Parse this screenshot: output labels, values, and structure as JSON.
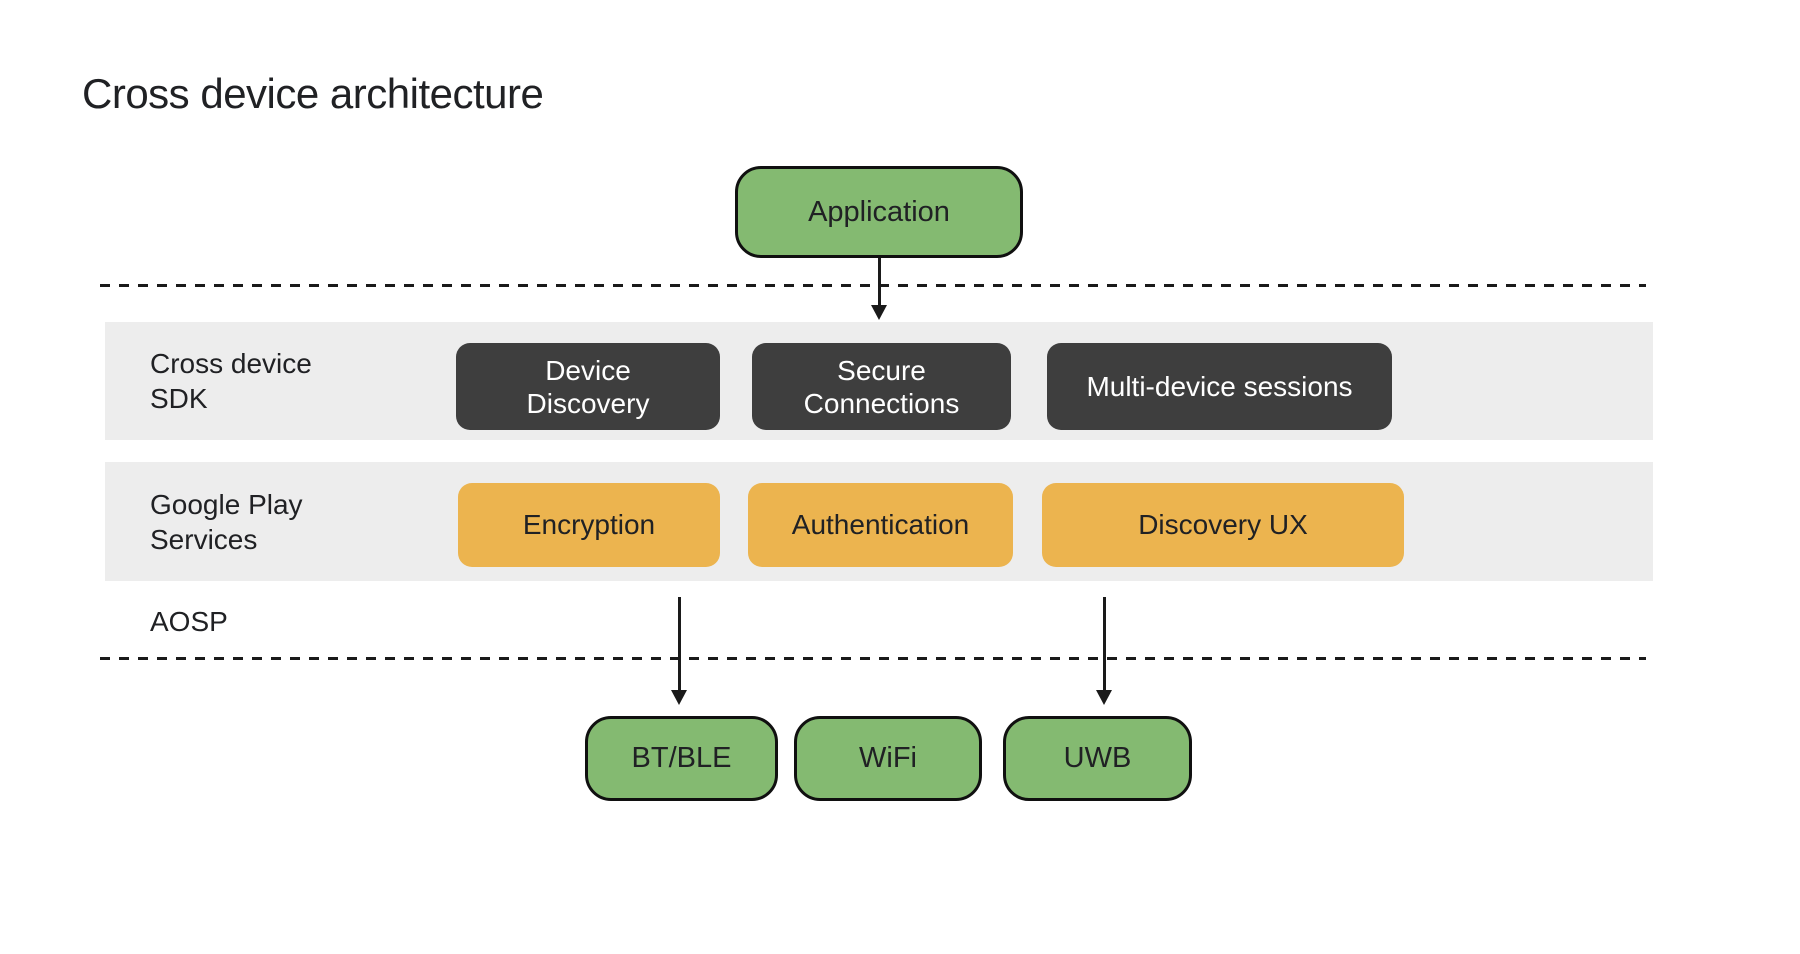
{
  "title": "Cross device architecture",
  "application": {
    "label": "Application"
  },
  "layers": [
    {
      "label_lines": [
        "Cross device",
        "SDK"
      ],
      "box_style": "dark",
      "boxes": [
        {
          "lines": [
            "Device",
            "Discovery"
          ]
        },
        {
          "lines": [
            "Secure",
            "Connections"
          ]
        },
        {
          "lines": [
            "Multi-device sessions"
          ]
        }
      ]
    },
    {
      "label_lines": [
        "Google Play",
        "Services"
      ],
      "box_style": "amber",
      "boxes": [
        {
          "lines": [
            "Encryption"
          ]
        },
        {
          "lines": [
            "Authentication"
          ]
        },
        {
          "lines": [
            "Discovery UX"
          ]
        }
      ]
    }
  ],
  "aosp_label": "AOSP",
  "transports": [
    {
      "label": "BT/BLE"
    },
    {
      "label": "WiFi"
    },
    {
      "label": "UWB"
    }
  ],
  "colors": {
    "green": "#84BA71",
    "amber": "#ECB44F",
    "dark": "#3E3E3E",
    "band": "#EDEDED",
    "text_dark": "#202124",
    "text_light": "#FFFFFF",
    "line": "#1A1A1A"
  }
}
